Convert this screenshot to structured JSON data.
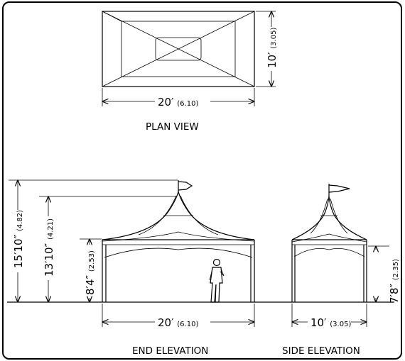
{
  "views": {
    "plan": "PLAN VIEW",
    "end": "END ELEVATION",
    "side": "SIDE ELEVATION"
  },
  "dimensions": {
    "plan_width": {
      "main": "20′",
      "metric": "(6.10)"
    },
    "plan_depth": {
      "main": "10′",
      "metric": "(3.05)"
    },
    "end_width": {
      "main": "20′",
      "metric": "(6.10)"
    },
    "side_width": {
      "main": "10′",
      "metric": "(3.05)"
    },
    "overall_height": {
      "main": "15′10″",
      "metric": "(4.82)"
    },
    "peak_height": {
      "main": "13′10″",
      "metric": "(4.21)"
    },
    "eave_height": {
      "main": "8′4″",
      "metric": "(2.53)"
    },
    "side_eave_height": {
      "main": "7′8″",
      "metric": "(2.35)"
    }
  }
}
